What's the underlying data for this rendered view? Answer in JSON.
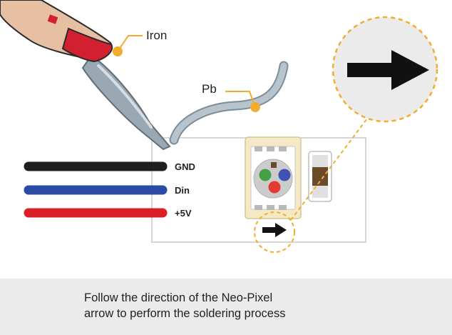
{
  "labels": {
    "iron": "Iron",
    "solder": "Pb",
    "gnd": "GND",
    "din": "Din",
    "vcc": "+5V"
  },
  "caption": {
    "line1": "Follow the direction of the Neo-Pixel",
    "line2": "arrow to perform the soldering process"
  },
  "colors": {
    "gnd_wire": "#1e1e1e",
    "din_wire": "#2a4aa5",
    "vcc_wire": "#dc1f26",
    "callout": "#f2ac2e",
    "iron_handle": "#e7bfa3",
    "iron_band": "#d3202f",
    "iron_tip": "#9aa8b3",
    "solder_wire": "#aab6c0",
    "led_red": "#e53935",
    "led_green": "#43a047",
    "led_blue": "#3f51b5",
    "led_body": "#f4e9c4"
  },
  "icons": [
    "direction-arrow-icon",
    "magnified-arrow-icon"
  ]
}
